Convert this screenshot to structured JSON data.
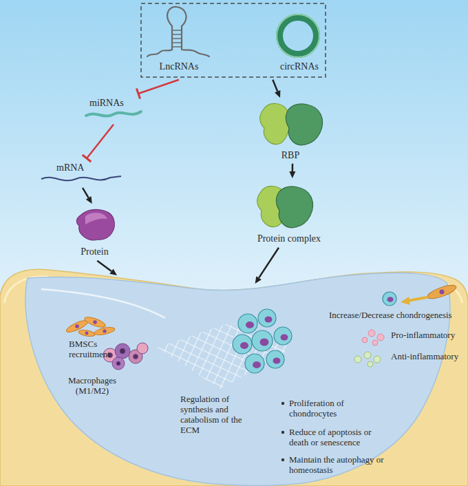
{
  "diagram": {
    "nodes": [
      {
        "text": [
          "LncRNAs"
        ]
      },
      {
        "text": [
          "circRNAs"
        ]
      },
      {
        "text": [
          "miRNAs"
        ]
      },
      {
        "text": [
          "RBP"
        ]
      },
      {
        "text": [
          "mRNA"
        ]
      },
      {
        "text": [
          "Protein"
        ]
      },
      {
        "text": [
          "Protein complex"
        ]
      },
      {
        "text": [
          "BMSCs recruitment",
          "Macrophages (M1/M2)",
          "Regulation of synthesis and catabolism of the ECM",
          "Proliferation of chondrocytes",
          "Reduce of apoptosis or death or senescence",
          "Maintain the autophagy or homeostasis",
          "Increase/Decrease chondrogenesis",
          "Pro-inflammatory",
          "Anti-inflammatory"
        ]
      }
    ],
    "edges": [
      {
        "from": 0,
        "to": 2,
        "arrow": "to"
      },
      {
        "from": 2,
        "to": 4,
        "arrow": "to"
      },
      {
        "from": 4,
        "to": 5,
        "arrow": "to"
      },
      {
        "from": 5,
        "to": 7,
        "arrow": "to"
      },
      {
        "from": 1,
        "to": 3,
        "arrow": "to"
      },
      {
        "from": 3,
        "to": 6,
        "arrow": "to"
      },
      {
        "from": 6,
        "to": 7,
        "arrow": "to"
      }
    ]
  }
}
